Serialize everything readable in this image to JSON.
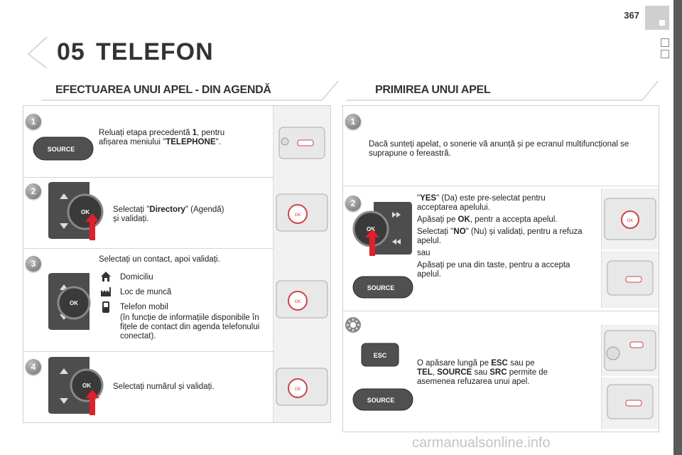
{
  "page_number": "367",
  "chapter": {
    "number": "05",
    "title": "TELEFON"
  },
  "left": {
    "title": "EFECTUAREA UNUI APEL - DIN AGENDĂ",
    "steps": [
      {
        "num": "1",
        "t1": "Reluați etapa precedentă ",
        "t1b": "1",
        "t1c": ", pentru",
        "t2": "afișarea meniului \"",
        "t2b": "TELEPHONE",
        "t2c": "\".",
        "button": "SOURCE"
      },
      {
        "num": "2",
        "t1": "Selectați \"",
        "t1b": "Directory",
        "t1c": "\" (Agendă)",
        "t2": "și validați.",
        "button": "OK"
      },
      {
        "num": "3",
        "intro": "Selectați un contact, apoi validați.",
        "opt1": "Domiciliu",
        "opt2": "Loc de muncă",
        "opt3": "Telefon mobil",
        "note": "(în funcție de informațiile disponibile în fițele de contact din agenda telefonului conectat).",
        "button": "OK"
      },
      {
        "num": "4",
        "text": "Selectați numărul și validați.",
        "button": "OK"
      }
    ]
  },
  "right": {
    "title": "PRIMIREA UNUI APEL",
    "steps": [
      {
        "num": "1",
        "text": "Dacă sunteți apelat, o sonerie vă anunță și pe ecranul multifuncțional se suprapune o fereastră."
      },
      {
        "num": "2",
        "p1a": "\"",
        "p1b": "YES",
        "p1c": "\" (Da) este pre-selectat pentru acceptarea apelului.",
        "p2a": "Apăsați pe ",
        "p2b": "OK",
        "p2c": ", pentr a accepta apelul.",
        "p3a": "Selectați \"",
        "p3b": "NO",
        "p3c": "\" (Nu) și validați, pentru a refuza apelul.",
        "p4": "sau",
        "p5": "Apăsați pe una din taste, pentru a accepta apelul.",
        "button1": "OK",
        "button2": "SOURCE"
      },
      {
        "num": "",
        "p1a": "O apăsare lungă pe ",
        "p1b": "ESC",
        "p1c": " sau pe",
        "p2a": "TEL",
        "p2b": ", ",
        "p2c": "SOURCE",
        "p2d": " sau ",
        "p2e": "SRC",
        "p2f": " permite de",
        "p3": "asemenea refuzarea unui apel.",
        "button1": "ESC",
        "button2": "SOURCE"
      }
    ]
  },
  "watermark": "carmanualsonline.info"
}
